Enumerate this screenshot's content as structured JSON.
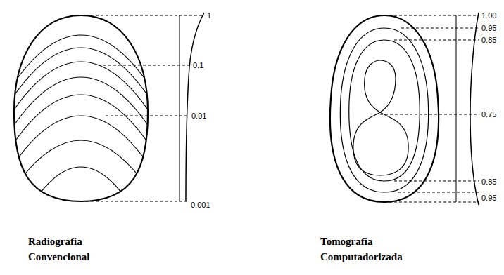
{
  "diagram": {
    "labels": [
      "1",
      "0.1",
      "0.01",
      "0.001",
      "1.00",
      "0.95",
      "0.85",
      "0.75",
      "0.85",
      "0.95",
      "Radiografia Convencional",
      "Tomografia Computadorizada"
    ]
  }
}
